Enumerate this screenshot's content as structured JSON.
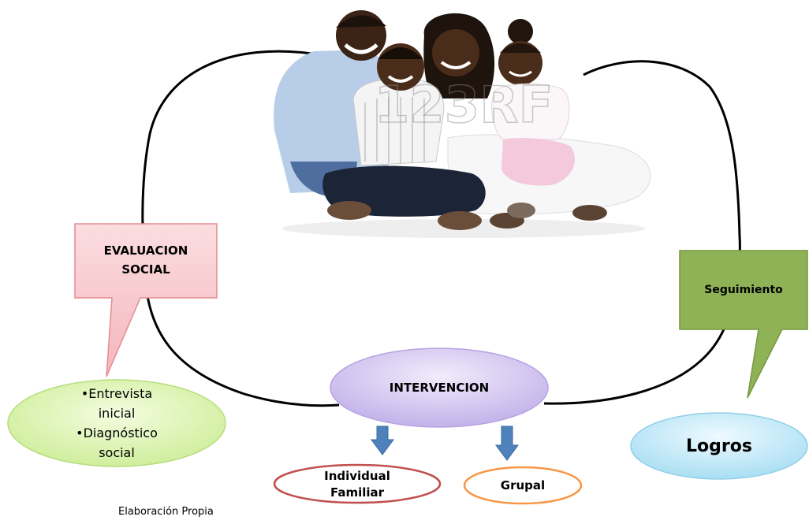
{
  "diagram": {
    "evaluacion": {
      "line1": "EVALUACION",
      "line2": "SOCIAL",
      "fill": "#f7c9cc",
      "stroke": "#e58a92"
    },
    "evaluacion_items": {
      "line1": "•Entrevista",
      "line2": "inicial",
      "line3": "•Diagnóstico",
      "line4": "social",
      "fill": "#dff5b4"
    },
    "intervencion": {
      "label": "INTERVENCION",
      "fill": "#d7c8f2"
    },
    "seguimiento": {
      "label": "Seguimiento",
      "fill": "#8fb257"
    },
    "logros": {
      "label": "Logros",
      "fill": "#bde8f7"
    },
    "individual": {
      "line1": "Individual",
      "line2": "Familiar",
      "stroke": "#c0504d"
    },
    "grupal": {
      "label": "Grupal",
      "stroke": "#f79646"
    },
    "arrow_color": "#4f81bd",
    "photo": {
      "watermark": "123RF"
    }
  },
  "footer": "Elaboración Propia"
}
